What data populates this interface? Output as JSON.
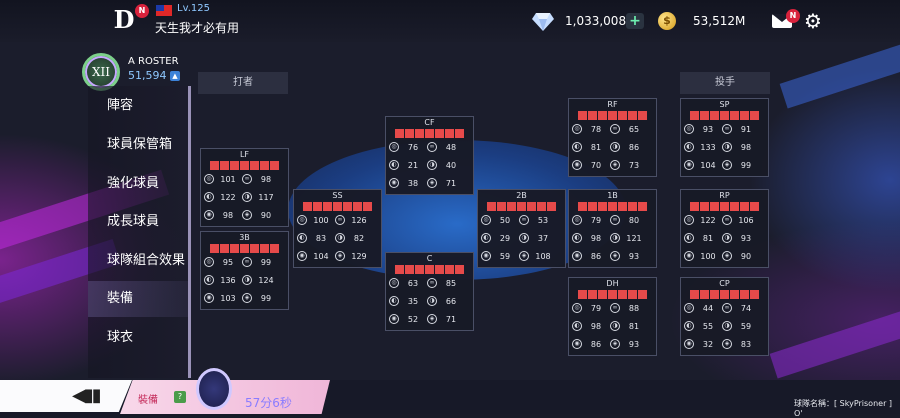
{
  "header": {
    "team_logo": "D",
    "mail_badge": "N",
    "logo_badge": "N",
    "level": "Lv.125",
    "player_name": "天生我才必有用",
    "diamonds": "1,033,008",
    "coins": "53,512M",
    "gem_add": "+",
    "coin_glyph": "$"
  },
  "profile": {
    "rank": "XII",
    "roster_label": "A ROSTER",
    "roster_value": "51,594"
  },
  "sidebar": {
    "items": [
      {
        "label": "陣容"
      },
      {
        "label": "球員保管箱"
      },
      {
        "label": "強化球員"
      },
      {
        "label": "成長球員"
      },
      {
        "label": "球隊組合效果"
      },
      {
        "label": "裝備"
      },
      {
        "label": "球衣"
      }
    ],
    "active": "裝備"
  },
  "sections": {
    "batters": "打者",
    "pitchers": "投手"
  },
  "cards": [
    {
      "pos": "LF",
      "stats": [
        101,
        98,
        122,
        117,
        98,
        90
      ]
    },
    {
      "pos": "3B",
      "stats": [
        95,
        99,
        136,
        124,
        103,
        99
      ]
    },
    {
      "pos": "SS",
      "stats": [
        100,
        126,
        83,
        82,
        104,
        129
      ]
    },
    {
      "pos": "CF",
      "stats": [
        76,
        48,
        21,
        40,
        38,
        71
      ]
    },
    {
      "pos": "C",
      "stats": [
        63,
        85,
        35,
        66,
        52,
        71
      ]
    },
    {
      "pos": "2B",
      "stats": [
        50,
        53,
        29,
        37,
        59,
        108
      ]
    },
    {
      "pos": "RF",
      "stats": [
        78,
        65,
        81,
        86,
        70,
        73
      ]
    },
    {
      "pos": "1B",
      "stats": [
        79,
        80,
        98,
        121,
        86,
        93
      ]
    },
    {
      "pos": "DH",
      "stats": [
        79,
        88,
        98,
        81,
        86,
        93
      ]
    },
    {
      "pos": "SP",
      "stats": [
        93,
        91,
        133,
        98,
        104,
        99
      ]
    },
    {
      "pos": "RP",
      "stats": [
        122,
        106,
        81,
        93,
        100,
        90
      ]
    },
    {
      "pos": "CP",
      "stats": [
        44,
        74,
        55,
        59,
        32,
        83
      ]
    }
  ],
  "bottom": {
    "equip_label": "裝備",
    "help": "?",
    "timer": "57分6秒",
    "team_label": "球隊名稱：[ SkyPrisoner ] O'"
  },
  "colors": {
    "bar_red": "#e64a4a",
    "accent_blue": "#8ec8ff"
  }
}
